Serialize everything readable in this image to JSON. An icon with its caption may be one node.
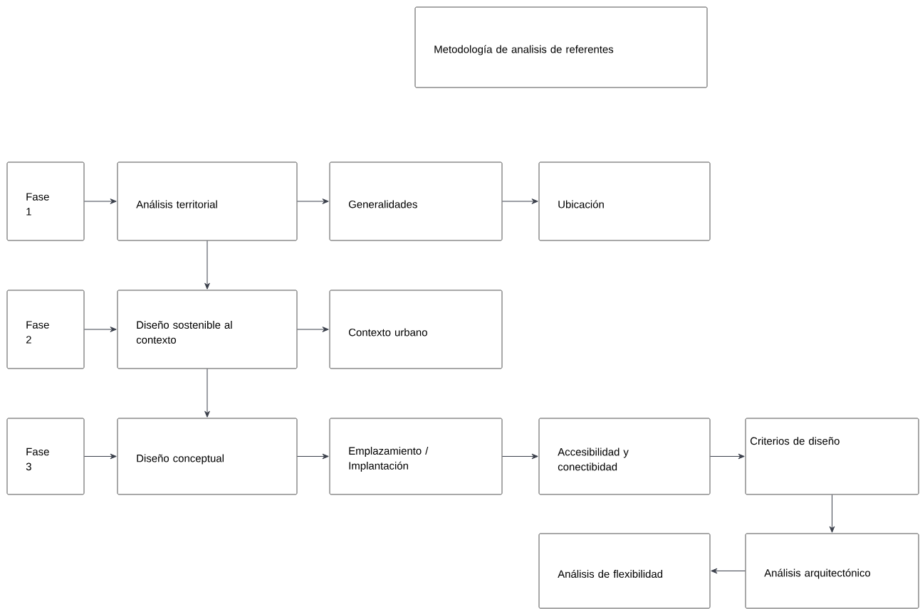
{
  "diagram": {
    "nodes": [
      {
        "text": [
          "Metodología de analisis de referentes"
        ]
      },
      {
        "text": [
          "Fase 1"
        ]
      },
      {
        "text": [
          "Análisis territorial"
        ]
      },
      {
        "text": [
          "Generalidades"
        ]
      },
      {
        "text": [
          "Ubicación"
        ]
      },
      {
        "text": [
          "Fase 2"
        ]
      },
      {
        "text": [
          "Diseño sostenible al contexto"
        ]
      },
      {
        "text": [
          "Contexto urbano"
        ]
      },
      {
        "text": [
          "Fase 3"
        ]
      },
      {
        "text": [
          "Diseño conceptual"
        ]
      },
      {
        "text": [
          "Emplazamiento / Implantación"
        ]
      },
      {
        "text": [
          "Accesibilidad y conectibidad"
        ]
      },
      {
        "text": [
          "Criterios de diseño"
        ]
      },
      {
        "text": [
          "Análisis de flexibilidad"
        ]
      },
      {
        "text": [
          "Análisis arquitectónico"
        ]
      }
    ],
    "edges": [
      {
        "from": 1,
        "to": 2,
        "arrow": "to"
      },
      {
        "from": 2,
        "to": 3,
        "arrow": "to"
      },
      {
        "from": 3,
        "to": 4,
        "arrow": "to"
      },
      {
        "from": 2,
        "to": 6,
        "arrow": "to"
      },
      {
        "from": 5,
        "to": 6,
        "arrow": "to"
      },
      {
        "from": 6,
        "to": 7,
        "arrow": "to"
      },
      {
        "from": 6,
        "to": 9,
        "arrow": "to"
      },
      {
        "from": 8,
        "to": 9,
        "arrow": "to"
      },
      {
        "from": 9,
        "to": 10,
        "arrow": "to"
      },
      {
        "from": 10,
        "to": 11,
        "arrow": "to"
      },
      {
        "from": 11,
        "to": 12,
        "arrow": "to"
      },
      {
        "from": 12,
        "to": 14,
        "arrow": "to"
      },
      {
        "from": 14,
        "to": 13,
        "arrow": "to"
      }
    ]
  }
}
